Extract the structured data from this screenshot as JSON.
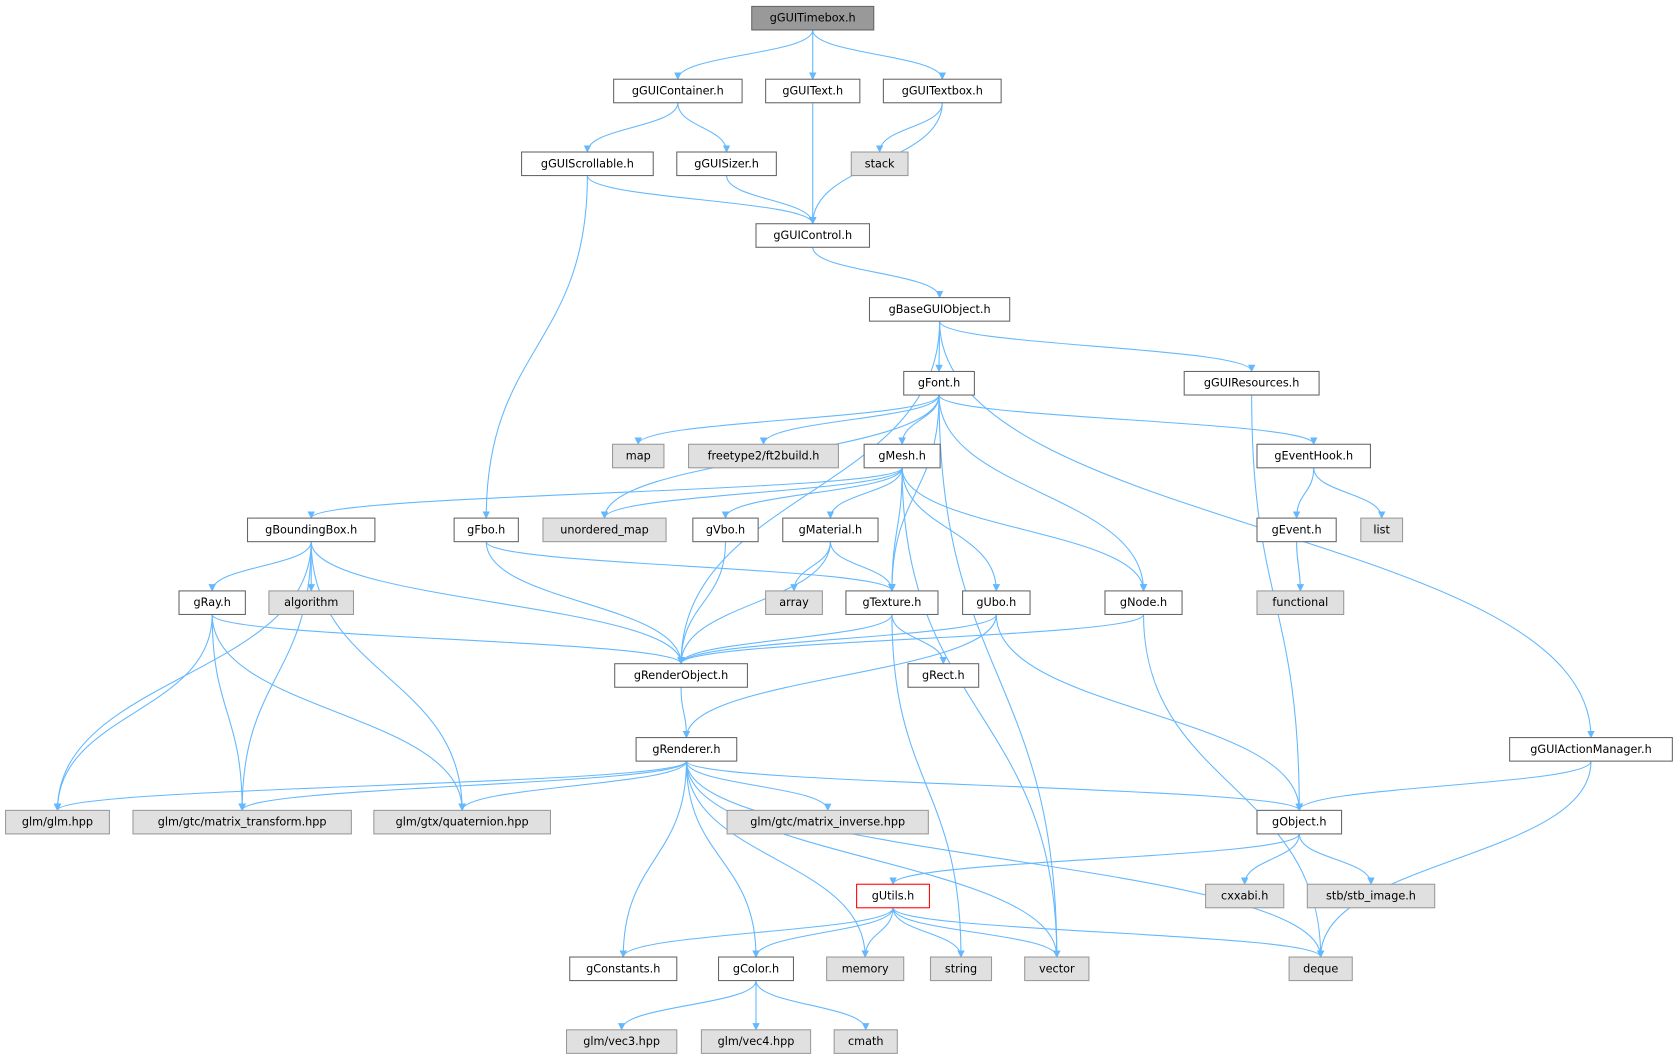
{
  "title": "gGUITimebox.h",
  "colors": {
    "edge": "#63b8ff",
    "file_border": "#666666",
    "ext_fill": "#e0e0e0",
    "ext_border": "#999999",
    "root_fill": "#999999",
    "error_border": "#ff0000"
  },
  "nodes": [
    {
      "id": "timebox",
      "label": "gGUITimebox.h",
      "kind": "root"
    },
    {
      "id": "container",
      "label": "gGUIContainer.h",
      "kind": "file"
    },
    {
      "id": "text",
      "label": "gGUIText.h",
      "kind": "file"
    },
    {
      "id": "textbox",
      "label": "gGUITextbox.h",
      "kind": "file"
    },
    {
      "id": "scrollable",
      "label": "gGUIScrollable.h",
      "kind": "file"
    },
    {
      "id": "sizer",
      "label": "gGUISizer.h",
      "kind": "file"
    },
    {
      "id": "stack",
      "label": "stack",
      "kind": "ext"
    },
    {
      "id": "control",
      "label": "gGUIControl.h",
      "kind": "file"
    },
    {
      "id": "base",
      "label": "gBaseGUIObject.h",
      "kind": "file"
    },
    {
      "id": "font",
      "label": "gFont.h",
      "kind": "file"
    },
    {
      "id": "resources",
      "label": "gGUIResources.h",
      "kind": "file"
    },
    {
      "id": "map",
      "label": "map",
      "kind": "ext"
    },
    {
      "id": "freetype",
      "label": "freetype2/ft2build.h",
      "kind": "ext"
    },
    {
      "id": "mesh",
      "label": "gMesh.h",
      "kind": "file"
    },
    {
      "id": "eventhook",
      "label": "gEventHook.h",
      "kind": "file"
    },
    {
      "id": "bbox",
      "label": "gBoundingBox.h",
      "kind": "file"
    },
    {
      "id": "fbo",
      "label": "gFbo.h",
      "kind": "file"
    },
    {
      "id": "umap",
      "label": "unordered_map",
      "kind": "ext"
    },
    {
      "id": "vbo",
      "label": "gVbo.h",
      "kind": "file"
    },
    {
      "id": "material",
      "label": "gMaterial.h",
      "kind": "file"
    },
    {
      "id": "event",
      "label": "gEvent.h",
      "kind": "file"
    },
    {
      "id": "list",
      "label": "list",
      "kind": "ext"
    },
    {
      "id": "ray",
      "label": "gRay.h",
      "kind": "file"
    },
    {
      "id": "algorithm",
      "label": "algorithm",
      "kind": "ext"
    },
    {
      "id": "array",
      "label": "array",
      "kind": "ext"
    },
    {
      "id": "texture",
      "label": "gTexture.h",
      "kind": "file"
    },
    {
      "id": "ubo",
      "label": "gUbo.h",
      "kind": "file"
    },
    {
      "id": "node",
      "label": "gNode.h",
      "kind": "file"
    },
    {
      "id": "functional",
      "label": "functional",
      "kind": "ext"
    },
    {
      "id": "renderobject",
      "label": "gRenderObject.h",
      "kind": "file"
    },
    {
      "id": "rect",
      "label": "gRect.h",
      "kind": "file"
    },
    {
      "id": "renderer",
      "label": "gRenderer.h",
      "kind": "file"
    },
    {
      "id": "actionmanager",
      "label": "gGUIActionManager.h",
      "kind": "file"
    },
    {
      "id": "glm",
      "label": "glm/glm.hpp",
      "kind": "ext"
    },
    {
      "id": "mtransform",
      "label": "glm/gtc/matrix_transform.hpp",
      "kind": "ext"
    },
    {
      "id": "quaternion",
      "label": "glm/gtx/quaternion.hpp",
      "kind": "ext"
    },
    {
      "id": "minverse",
      "label": "glm/gtc/matrix_inverse.hpp",
      "kind": "ext"
    },
    {
      "id": "object",
      "label": "gObject.h",
      "kind": "file"
    },
    {
      "id": "utils",
      "label": "gUtils.h",
      "kind": "error"
    },
    {
      "id": "cxxabi",
      "label": "cxxabi.h",
      "kind": "ext"
    },
    {
      "id": "stb",
      "label": "stb/stb_image.h",
      "kind": "ext"
    },
    {
      "id": "constants",
      "label": "gConstants.h",
      "kind": "file"
    },
    {
      "id": "color",
      "label": "gColor.h",
      "kind": "file"
    },
    {
      "id": "memory",
      "label": "memory",
      "kind": "ext"
    },
    {
      "id": "string",
      "label": "string",
      "kind": "ext"
    },
    {
      "id": "vector",
      "label": "vector",
      "kind": "ext"
    },
    {
      "id": "deque",
      "label": "deque",
      "kind": "ext"
    },
    {
      "id": "vec3",
      "label": "glm/vec3.hpp",
      "kind": "ext"
    },
    {
      "id": "vec4",
      "label": "glm/vec4.hpp",
      "kind": "ext"
    },
    {
      "id": "cmath",
      "label": "cmath",
      "kind": "ext"
    }
  ],
  "edges": [
    [
      "timebox",
      "container"
    ],
    [
      "timebox",
      "text"
    ],
    [
      "timebox",
      "textbox"
    ],
    [
      "container",
      "scrollable"
    ],
    [
      "container",
      "sizer"
    ],
    [
      "text",
      "control"
    ],
    [
      "textbox",
      "stack"
    ],
    [
      "textbox",
      "control"
    ],
    [
      "scrollable",
      "control"
    ],
    [
      "scrollable",
      "fbo"
    ],
    [
      "sizer",
      "control"
    ],
    [
      "control",
      "base"
    ],
    [
      "base",
      "renderobject"
    ],
    [
      "base",
      "font"
    ],
    [
      "base",
      "resources"
    ],
    [
      "base",
      "actionmanager"
    ],
    [
      "font",
      "umap"
    ],
    [
      "font",
      "map"
    ],
    [
      "font",
      "freetype"
    ],
    [
      "font",
      "mesh"
    ],
    [
      "font",
      "texture"
    ],
    [
      "font",
      "node"
    ],
    [
      "font",
      "vector"
    ],
    [
      "font",
      "eventhook"
    ],
    [
      "resources",
      "object"
    ],
    [
      "mesh",
      "bbox"
    ],
    [
      "mesh",
      "umap"
    ],
    [
      "mesh",
      "vbo"
    ],
    [
      "mesh",
      "material"
    ],
    [
      "mesh",
      "texture"
    ],
    [
      "mesh",
      "ubo"
    ],
    [
      "mesh",
      "vector"
    ],
    [
      "mesh",
      "node"
    ],
    [
      "eventhook",
      "event"
    ],
    [
      "eventhook",
      "list"
    ],
    [
      "event",
      "functional"
    ],
    [
      "bbox",
      "glm"
    ],
    [
      "bbox",
      "mtransform"
    ],
    [
      "bbox",
      "ray"
    ],
    [
      "bbox",
      "algorithm"
    ],
    [
      "bbox",
      "quaternion"
    ],
    [
      "bbox",
      "renderobject"
    ],
    [
      "fbo",
      "texture"
    ],
    [
      "fbo",
      "renderobject"
    ],
    [
      "vbo",
      "renderobject"
    ],
    [
      "material",
      "array"
    ],
    [
      "material",
      "texture"
    ],
    [
      "material",
      "renderobject"
    ],
    [
      "ray",
      "glm"
    ],
    [
      "ray",
      "mtransform"
    ],
    [
      "ray",
      "quaternion"
    ],
    [
      "ray",
      "renderobject"
    ],
    [
      "texture",
      "renderobject"
    ],
    [
      "texture",
      "rect"
    ],
    [
      "texture",
      "string"
    ],
    [
      "ubo",
      "renderobject"
    ],
    [
      "ubo",
      "renderer"
    ],
    [
      "ubo",
      "object"
    ],
    [
      "node",
      "renderobject"
    ],
    [
      "node",
      "deque"
    ],
    [
      "renderobject",
      "renderer"
    ],
    [
      "renderer",
      "glm"
    ],
    [
      "renderer",
      "mtransform"
    ],
    [
      "renderer",
      "quaternion"
    ],
    [
      "renderer",
      "minverse"
    ],
    [
      "renderer",
      "object"
    ],
    [
      "renderer",
      "constants"
    ],
    [
      "renderer",
      "color"
    ],
    [
      "renderer",
      "memory"
    ],
    [
      "renderer",
      "vector"
    ],
    [
      "renderer",
      "deque"
    ],
    [
      "actionmanager",
      "object"
    ],
    [
      "actionmanager",
      "deque"
    ],
    [
      "object",
      "utils"
    ],
    [
      "object",
      "cxxabi"
    ],
    [
      "object",
      "stb"
    ],
    [
      "utils",
      "constants"
    ],
    [
      "utils",
      "color"
    ],
    [
      "utils",
      "memory"
    ],
    [
      "utils",
      "string"
    ],
    [
      "utils",
      "vector"
    ],
    [
      "utils",
      "deque"
    ],
    [
      "color",
      "vec3"
    ],
    [
      "color",
      "vec4"
    ],
    [
      "color",
      "cmath"
    ]
  ]
}
